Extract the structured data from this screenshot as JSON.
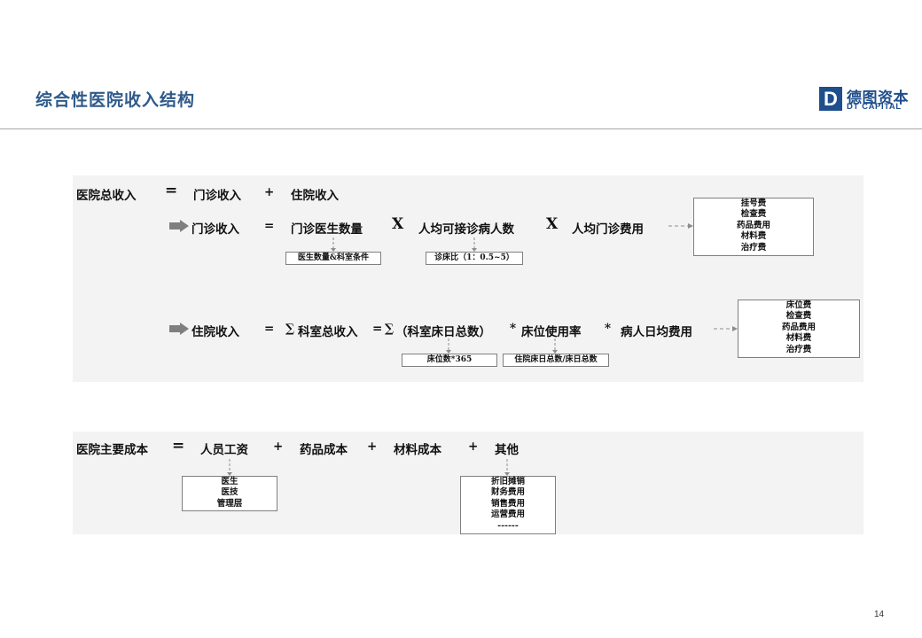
{
  "header": {
    "title": "综合性医院收入结构",
    "logo_mark": "D",
    "logo_cn": "德图资本",
    "logo_en": "DT CAPITAL"
  },
  "revenue": {
    "total": {
      "label": "医院总收入",
      "equals": "=",
      "part1": "门诊收入",
      "plus": "+",
      "part2": "住院收入"
    },
    "outpatient": {
      "label": "门诊收入",
      "equals": "=",
      "term1": "门诊医生数量",
      "times1": "X",
      "term2": "人均可接诊病人数",
      "times2": "X",
      "term3": "人均门诊费用",
      "note1": "医生数量&科室条件",
      "note2": "诊床比（1：0.5~5）",
      "fees": [
        "挂号费",
        "检查费",
        "药品费用",
        "材料费",
        "治疗费"
      ]
    },
    "inpatient": {
      "label": "住院收入",
      "equals": "=",
      "sum1": "∑",
      "term1": "科室总收入",
      "equals2": "=",
      "sum2": "∑",
      "term2": "（科室床日总数）",
      "star1": "*",
      "term3": "床位使用率",
      "star2": "*",
      "term4": "病人日均费用",
      "note1": "床位数*365",
      "note2": "住院床日总数/床日总数",
      "fees": [
        "床位费",
        "检查费",
        "药品费用",
        "材料费",
        "治疗费"
      ]
    }
  },
  "costs": {
    "label": "医院主要成本",
    "equals": "=",
    "term1": "人员工资",
    "plus1": "+",
    "term2": "药品成本",
    "plus2": "+",
    "term3": "材料成本",
    "plus3": "+",
    "term4": "其他",
    "staff": [
      "医生",
      "医技",
      "管理层"
    ],
    "other": [
      "折旧摊销",
      "财务费用",
      "销售费用",
      "运营费用",
      "------"
    ]
  },
  "footer": {
    "page_number": "14"
  }
}
